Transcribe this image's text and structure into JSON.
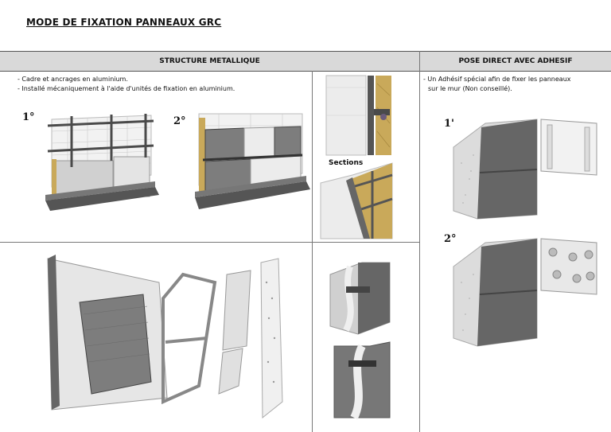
{
  "title": "MODE DE FIXATION PANNEAUX GRC",
  "headers": {
    "left": "STRUCTURE METALLIQUE",
    "right": "POSE DIRECT AVEC ADHESIF"
  },
  "left_notes": [
    "- Cadre et ancrages en aluminium.",
    "- Installé mécaniquement à l'aide d'unités de fixation en aluminium."
  ],
  "right_notes": [
    "- Un Adhésif spécial afin de fixer les panneaux",
    "sur le mur (Non conseillé)."
  ],
  "steps": {
    "left_first": "1°",
    "left_second": "2°",
    "right_first": "1'",
    "right_second": "2°"
  },
  "sections_label": "Sections",
  "colors": {
    "header_bg": "#d9d9d9",
    "panel_light": "#e8e8e8",
    "panel_dark": "#7d7d7d",
    "steel": "#4a4a4a",
    "insulation": "#c9a95a",
    "concrete": "#d4d4d4"
  }
}
